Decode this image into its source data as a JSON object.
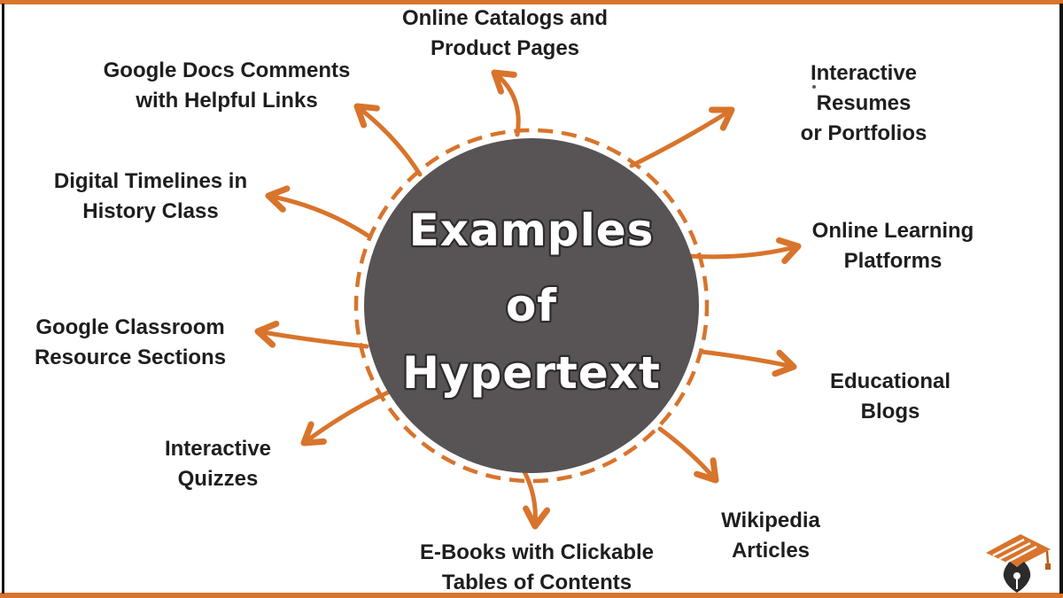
{
  "title_block": {
    "line1": "Examples",
    "line2": "of",
    "line3": "Hypertext"
  },
  "nodes": [
    {
      "id": "online-catalogs",
      "label": "Online Catalogs and\nProduct Pages"
    },
    {
      "id": "interactive-resumes",
      "label": "Interactive Resumes\nor Portfolios"
    },
    {
      "id": "online-learning",
      "label": "Online Learning\nPlatforms"
    },
    {
      "id": "educational-blogs",
      "label": "Educational\nBlogs"
    },
    {
      "id": "wikipedia-articles",
      "label": "Wikipedia\nArticles"
    },
    {
      "id": "ebooks",
      "label": "E-Books with Clickable\nTables of Contents"
    },
    {
      "id": "interactive-quizzes",
      "label": "Interactive\nQuizzes"
    },
    {
      "id": "google-classroom",
      "label": "Google Classroom\nResource Sections"
    },
    {
      "id": "digital-timelines",
      "label": "Digital Timelines in\nHistory Class"
    },
    {
      "id": "google-docs",
      "label": "Google Docs Comments\nwith Helpful Links"
    }
  ],
  "logo": {
    "icon": "graduation-cap-pen-logo"
  },
  "colors": {
    "accent_orange": "#D8742C",
    "circle_gray": "#585354",
    "label_text": "#1E1E1E",
    "title_fill": "#FFFFFF",
    "title_outline": "#2F2C2D",
    "frame_line": "#141414",
    "logo_nib": "#2C2A2B",
    "logo_tassel": "#B85C1E"
  }
}
